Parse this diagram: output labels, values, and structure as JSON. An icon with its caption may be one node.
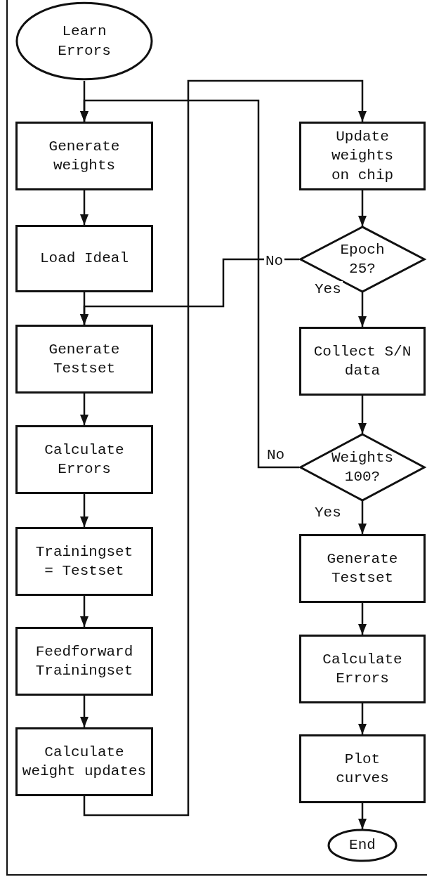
{
  "diagram": {
    "nodes": [
      {
        "text": [
          "Learn Errors"
        ]
      },
      {
        "text": [
          "Generate weights"
        ]
      },
      {
        "text": [
          "Load Ideal"
        ]
      },
      {
        "text": [
          "Generate Testset"
        ]
      },
      {
        "text": [
          "Calculate Errors"
        ]
      },
      {
        "text": [
          "Trainingset = Testset"
        ]
      },
      {
        "text": [
          "Feedforward Trainingset"
        ]
      },
      {
        "text": [
          "Calculate weight updates"
        ]
      },
      {
        "text": [
          "Update weights on chip"
        ]
      },
      {
        "text": [
          "Epoch 25?"
        ]
      },
      {
        "text": [
          "Collect S/N data"
        ]
      },
      {
        "text": [
          "Weights 100?"
        ]
      },
      {
        "text": [
          "Generate Testset"
        ]
      },
      {
        "text": [
          "Calculate Errors"
        ]
      },
      {
        "text": [
          "Plot curves"
        ]
      },
      {
        "text": [
          "End"
        ]
      }
    ],
    "edges": [
      {
        "from": 0,
        "to": 1,
        "arrow": "to"
      },
      {
        "from": 1,
        "to": 2,
        "arrow": "to"
      },
      {
        "from": 2,
        "to": 3,
        "arrow": "to"
      },
      {
        "from": 3,
        "to": 4,
        "arrow": "to"
      },
      {
        "from": 4,
        "to": 5,
        "arrow": "to"
      },
      {
        "from": 5,
        "to": 6,
        "arrow": "to"
      },
      {
        "from": 6,
        "to": 7,
        "arrow": "to"
      },
      {
        "from": 7,
        "to": 8,
        "arrow": "to"
      },
      {
        "from": 8,
        "to": 9,
        "arrow": "to"
      },
      {
        "from": 9,
        "to": 3,
        "arrow": "to",
        "label": "No"
      },
      {
        "from": 9,
        "to": 10,
        "arrow": "to",
        "label": "Yes"
      },
      {
        "from": 10,
        "to": 11,
        "arrow": "to"
      },
      {
        "from": 11,
        "to": 1,
        "arrow": "to",
        "label": "No"
      },
      {
        "from": 11,
        "to": 12,
        "arrow": "to",
        "label": "Yes"
      },
      {
        "from": 12,
        "to": 13,
        "arrow": "to"
      },
      {
        "from": 13,
        "to": 14,
        "arrow": "to"
      },
      {
        "from": 14,
        "to": 15,
        "arrow": "to"
      }
    ]
  }
}
